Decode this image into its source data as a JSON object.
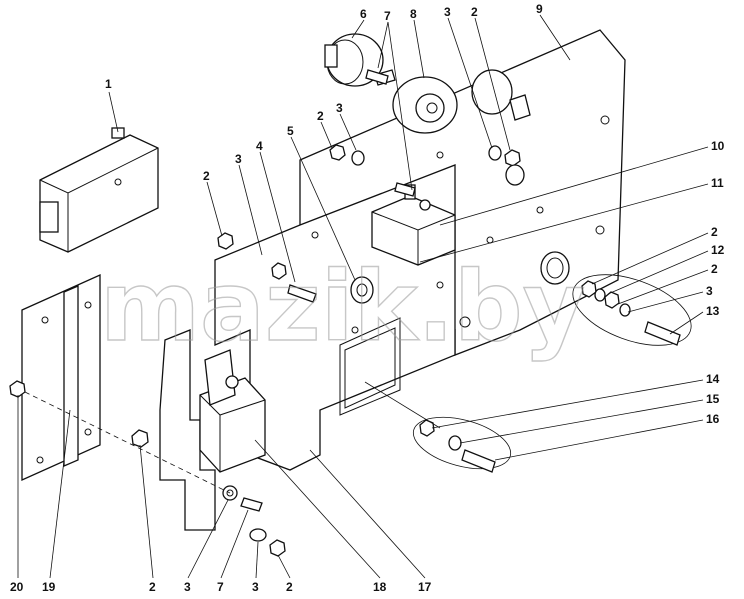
{
  "callouts": [
    "1",
    "2",
    "3",
    "4",
    "5",
    "6",
    "7",
    "8",
    "3",
    "2",
    "9",
    "2",
    "3",
    "10",
    "11",
    "2",
    "12",
    "2",
    "3",
    "13",
    "14",
    "15",
    "16",
    "20",
    "19",
    "2",
    "3",
    "7",
    "3",
    "2",
    "18",
    "17"
  ],
  "watermark": "mazik.by"
}
